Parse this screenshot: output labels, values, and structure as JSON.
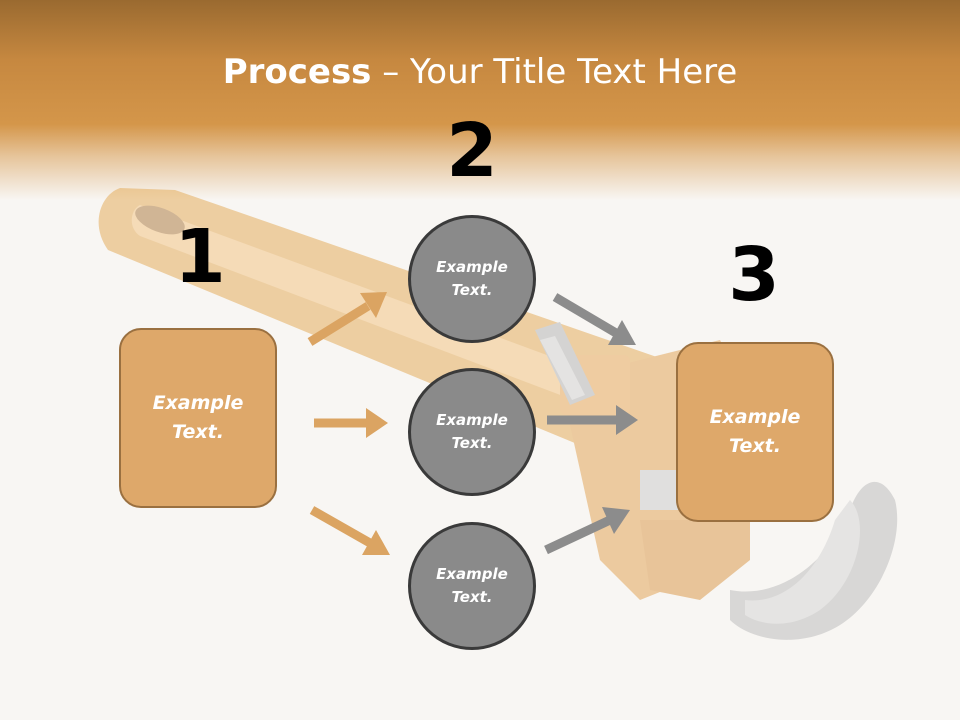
{
  "title": {
    "bold": "Process",
    "rest": " – Your Title Text Here"
  },
  "steps": [
    {
      "number": "1",
      "box_text": "Example Text."
    },
    {
      "number": "2",
      "circles": [
        "Example Text.",
        "Example Text.",
        "Example Text."
      ]
    },
    {
      "number": "3",
      "box_text": "Example Text."
    }
  ],
  "colors": {
    "header": "#c68840",
    "box_fill": "#dea86a",
    "box_border": "#9a7040",
    "circle_fill": "#8a8a8a",
    "orange_arrow": "#dba462",
    "gray_arrow": "#8c8c8c"
  },
  "background_image": "wrench"
}
